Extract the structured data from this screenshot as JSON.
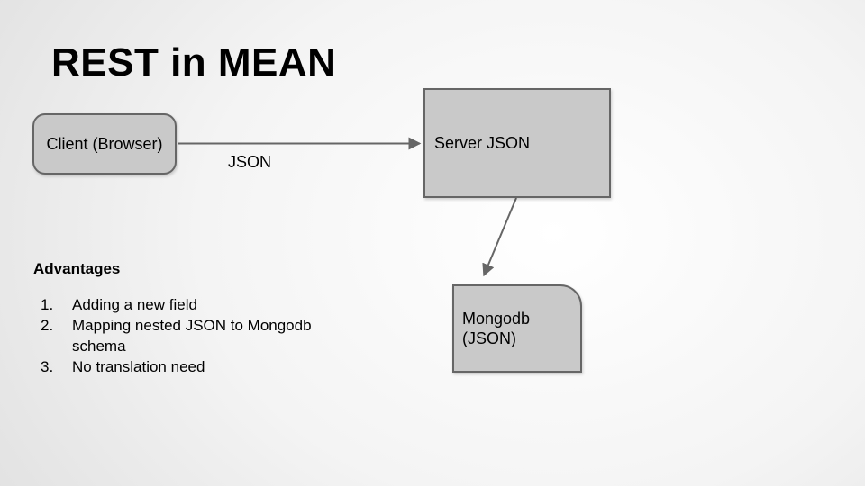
{
  "slide": {
    "title": "REST in MEAN"
  },
  "diagram": {
    "client_label": "Client (Browser)",
    "server_label": "Server JSON",
    "db_label": "Mongodb (JSON)",
    "arrow_label": "JSON"
  },
  "advantages": {
    "heading": "Advantages",
    "items": [
      {
        "num": "1.",
        "text": "Adding a new field"
      },
      {
        "num": "2.",
        "text": "Mapping nested JSON to Mongodb schema"
      },
      {
        "num": "3.",
        "text": "No translation need"
      }
    ]
  },
  "colors": {
    "shape_fill": "#c9c9c9",
    "shape_border": "#666666",
    "arrow": "#666666",
    "text": "#000000"
  }
}
